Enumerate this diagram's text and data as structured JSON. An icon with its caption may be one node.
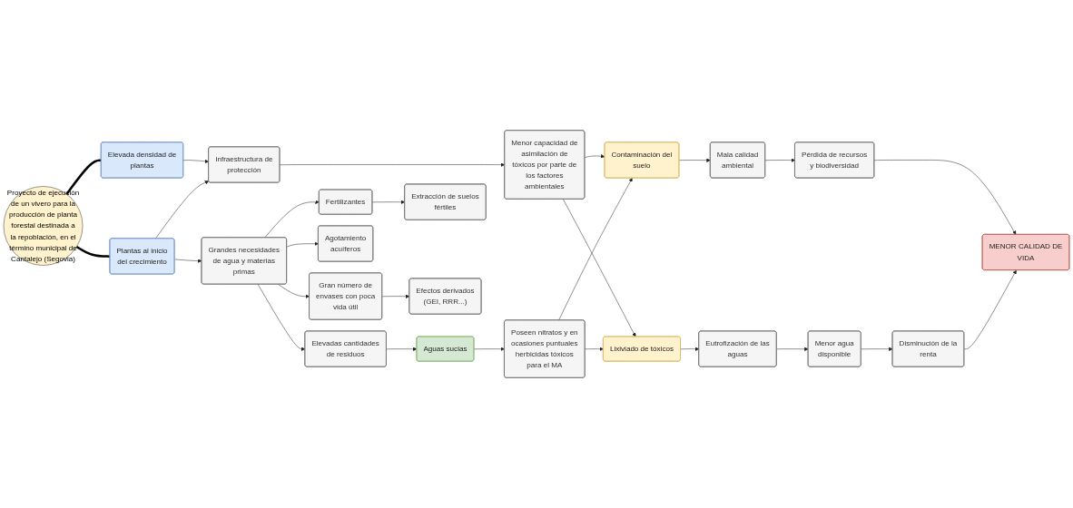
{
  "diagram": {
    "nodes": [
      {
        "text": [
          "Proyecto de ejecución de un vivero para la producción de planta forestal destinada a la repoblación, en el término municipal de Cantalejo (Segovia)"
        ]
      },
      {
        "text": [
          "Elevada densidad de plantas"
        ]
      },
      {
        "text": [
          "Plantas al inicio del crecimiento"
        ]
      },
      {
        "text": [
          "Infraestructura de protección"
        ]
      },
      {
        "text": [
          "Menor capacidad de asimilación de tóxicos por parte de los factores ambientales"
        ]
      },
      {
        "text": [
          "Contaminación del suelo"
        ]
      },
      {
        "text": [
          "Grandes necesidades de agua y materias primas"
        ]
      },
      {
        "text": [
          "Elevadas cantidades de residuos"
        ]
      },
      {
        "text": [
          "Lixiviado de tóxicos"
        ]
      },
      {
        "text": [
          "Mala calidad ambiental"
        ]
      },
      {
        "text": [
          "Pérdida de recursos y biodiversidad"
        ]
      },
      {
        "text": [
          "Fertilizantes"
        ]
      },
      {
        "text": [
          "Agotamiento acuíferos"
        ]
      },
      {
        "text": [
          "Gran número de envases con poca vida útil"
        ]
      },
      {
        "text": [
          "Aguas sucias"
        ]
      },
      {
        "text": [
          "Eutrofización de las aguas"
        ]
      },
      {
        "text": [
          "MENOR CALIDAD DE VIDA"
        ]
      },
      {
        "text": [
          "Extracción de suelos fértiles"
        ]
      },
      {
        "text": [
          "Poseen nitratos y en ocasiones puntuales herbicidas tóxicos para el MA"
        ]
      },
      {
        "text": [
          "Menor agua disponible"
        ]
      },
      {
        "text": [
          "Efectos derivados (GEI, RRR...)"
        ]
      },
      {
        "text": [
          "Disminución de la renta"
        ]
      }
    ],
    "edges": [
      {
        "from": 0,
        "to": 1,
        "arrow": "none",
        "style": "thick"
      },
      {
        "from": 0,
        "to": 2,
        "arrow": "none",
        "style": "thick"
      },
      {
        "from": 1,
        "to": 3,
        "arrow": "to"
      },
      {
        "from": 2,
        "to": 3,
        "arrow": "to"
      },
      {
        "from": 3,
        "to": 4,
        "arrow": "to"
      },
      {
        "from": 4,
        "to": 5,
        "arrow": "to"
      },
      {
        "from": 4,
        "to": 8,
        "arrow": "to"
      },
      {
        "from": 5,
        "to": 9,
        "arrow": "to"
      },
      {
        "from": 9,
        "to": 10,
        "arrow": "to"
      },
      {
        "from": 10,
        "to": 16,
        "arrow": "to"
      },
      {
        "from": 2,
        "to": 6,
        "arrow": "to"
      },
      {
        "from": 6,
        "to": 7,
        "arrow": "to"
      },
      {
        "from": 6,
        "to": 11,
        "arrow": "to"
      },
      {
        "from": 6,
        "to": 12,
        "arrow": "to"
      },
      {
        "from": 6,
        "to": 13,
        "arrow": "to"
      },
      {
        "from": 7,
        "to": 14,
        "arrow": "to"
      },
      {
        "from": 11,
        "to": 17,
        "arrow": "to"
      },
      {
        "from": 13,
        "to": 20,
        "arrow": "to"
      },
      {
        "from": 14,
        "to": 18,
        "arrow": "to"
      },
      {
        "from": 18,
        "to": 8,
        "arrow": "to"
      },
      {
        "from": 18,
        "to": 5,
        "arrow": "to"
      },
      {
        "from": 8,
        "to": 15,
        "arrow": "to"
      },
      {
        "from": 15,
        "to": 19,
        "arrow": "to"
      },
      {
        "from": 19,
        "to": 21,
        "arrow": "to"
      },
      {
        "from": 21,
        "to": 16,
        "arrow": "to"
      }
    ]
  }
}
